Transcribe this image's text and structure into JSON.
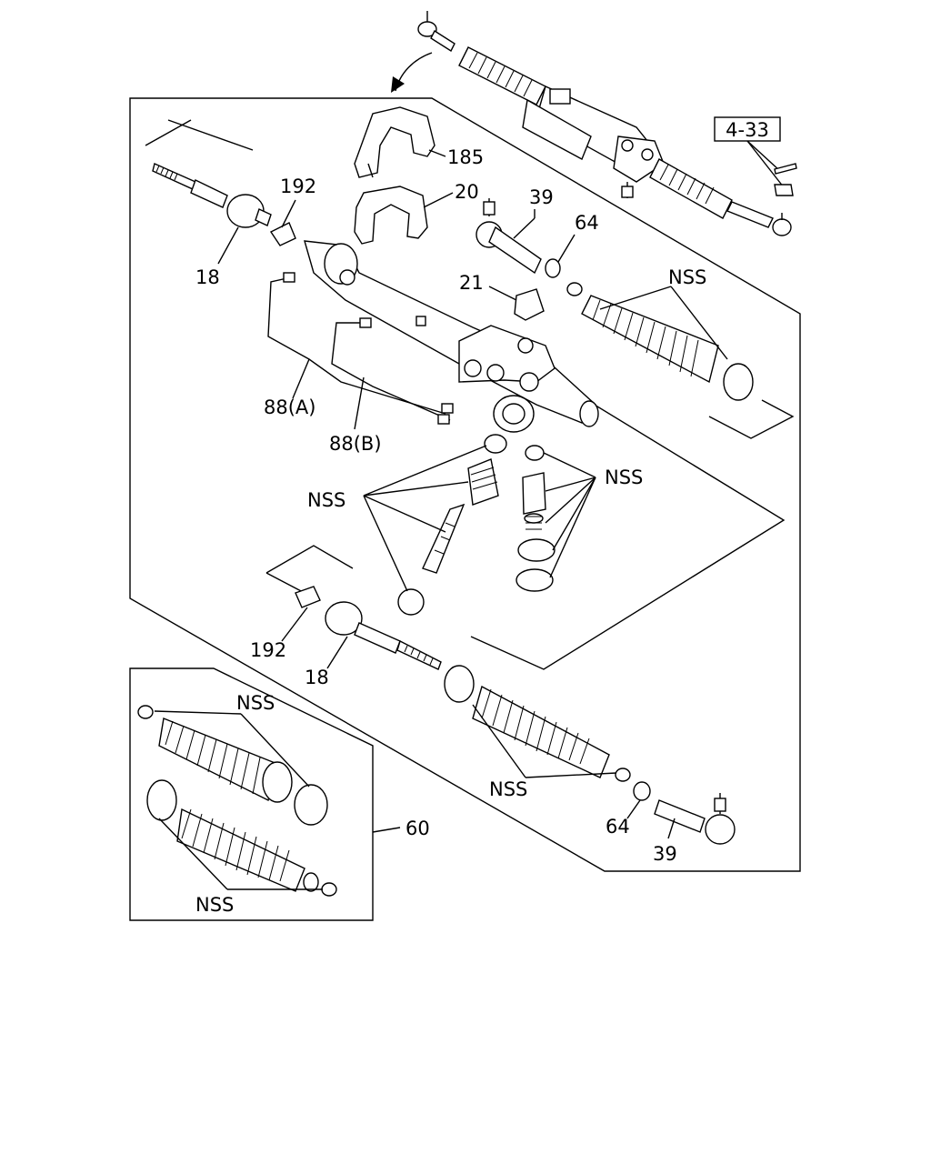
{
  "labels": {
    "ref_4_33": "4-33",
    "p185": "185",
    "p20": "20",
    "p39_top": "39",
    "p64_top": "64",
    "p192_top": "192",
    "p18_top": "18",
    "p21": "21",
    "nss_right_boot": "NSS",
    "p88a": "88(A)",
    "p88b": "88(B)",
    "nss_valve": "NSS",
    "nss_pinion": "NSS",
    "p192_bottom": "192",
    "p18_bottom": "18",
    "nss_kit_top": "NSS",
    "nss_lower_boot": "NSS",
    "p60": "60",
    "p64_bottom": "64",
    "p39_bottom": "39",
    "nss_kit_bottom": "NSS"
  },
  "icons": [
    "tie-rod-end-icon",
    "rack-housing-icon",
    "boot-icon",
    "clamp-icon",
    "nut-icon",
    "bushing-icon",
    "bracket-icon",
    "pipe-icon",
    "spring-icon"
  ]
}
